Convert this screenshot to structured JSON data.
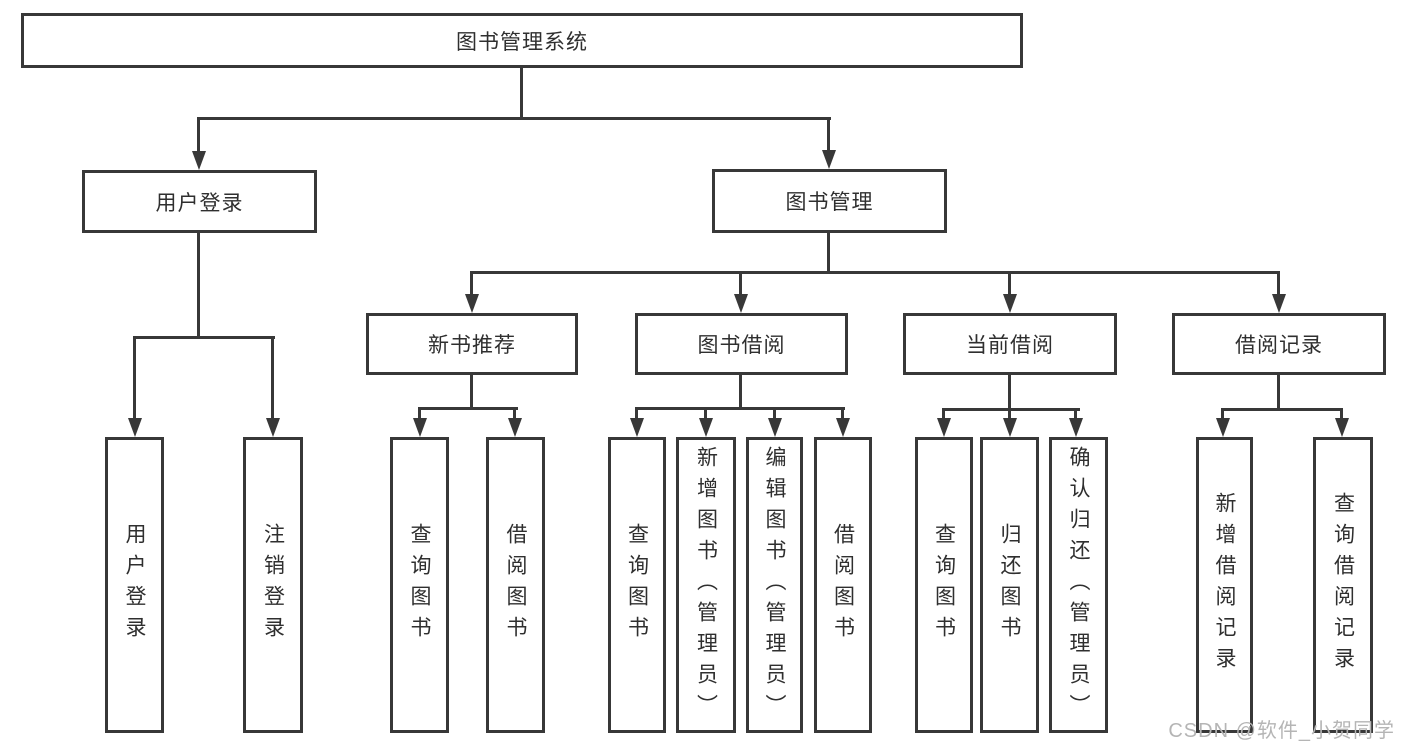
{
  "diagram": {
    "root": {
      "label": "图书管理系统"
    },
    "level2": [
      {
        "id": "user-login",
        "label": "用户登录"
      },
      {
        "id": "book-management",
        "label": "图书管理"
      }
    ],
    "level3": [
      {
        "id": "new-book-recommend",
        "label": "新书推荐",
        "parent": "book-management"
      },
      {
        "id": "book-borrow",
        "label": "图书借阅",
        "parent": "book-management"
      },
      {
        "id": "current-borrow",
        "label": "当前借阅",
        "parent": "book-management"
      },
      {
        "id": "borrow-record",
        "label": "借阅记录",
        "parent": "book-management"
      }
    ],
    "leaves": {
      "user_login": [
        "用户登录",
        "注销登录"
      ],
      "new_book": [
        "查询图书",
        "借阅图书"
      ],
      "book_borrow": [
        "查询图书",
        "新增图书（管理员）",
        "编辑图书（管理员）",
        "借阅图书"
      ],
      "current_borrow": [
        "查询图书",
        "归还图书",
        "确认归还（管理员）"
      ],
      "borrow_record": [
        "新增借阅记录",
        "查询借阅记录"
      ]
    }
  },
  "watermark": {
    "text": "CSDN @软件_小贺同学"
  },
  "colors": {
    "line": "#383838",
    "box_border": "#383838",
    "text": "#2f2f2f",
    "watermark": "#b5b5b5",
    "background": "#ffffff"
  }
}
